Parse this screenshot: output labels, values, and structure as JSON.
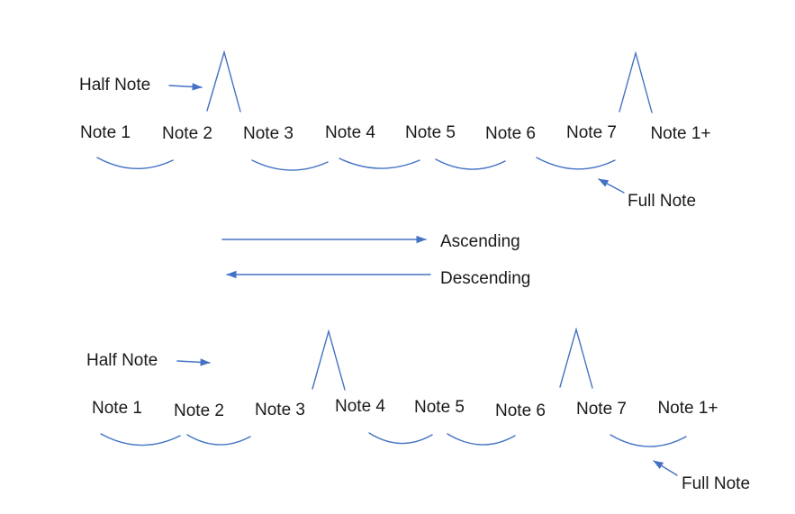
{
  "colors": {
    "line": "#4472C4",
    "text": "#1a1a1a",
    "background": "#ffffff"
  },
  "legend": {
    "half_note_label": "Half Note",
    "full_note_label": "Full Note"
  },
  "direction": {
    "ascending_label": "Ascending",
    "descending_label": "Descending"
  },
  "scale_top": {
    "half_note_label": "Half Note",
    "full_note_label": "Full Note",
    "notes": [
      "Note 1",
      "Note 2",
      "Note 3",
      "Note 4",
      "Note 5",
      "Note 6",
      "Note 7",
      "Note 1+"
    ],
    "half_step_intervals": [
      "Note 2-Note 3",
      "Note 7-Note 1+"
    ],
    "full_step_intervals": [
      "Note 1-Note 2",
      "Note 3-Note 4",
      "Note 4-Note 5",
      "Note 5-Note 6",
      "Note 6-Note 7"
    ]
  },
  "scale_bottom": {
    "half_note_label": "Half Note",
    "full_note_label": "Full Note",
    "notes": [
      "Note 1",
      "Note 2",
      "Note 3",
      "Note 4",
      "Note 5",
      "Note 6",
      "Note 7",
      "Note 1+"
    ],
    "half_step_intervals": [
      "Note 3-Note 4",
      "Note 6-Note 7"
    ],
    "full_step_intervals": [
      "Note 1-Note 2",
      "Note 2-Note 3",
      "Note 4-Note 5",
      "Note 5-Note 6",
      "Note 7-Note 1+"
    ]
  }
}
